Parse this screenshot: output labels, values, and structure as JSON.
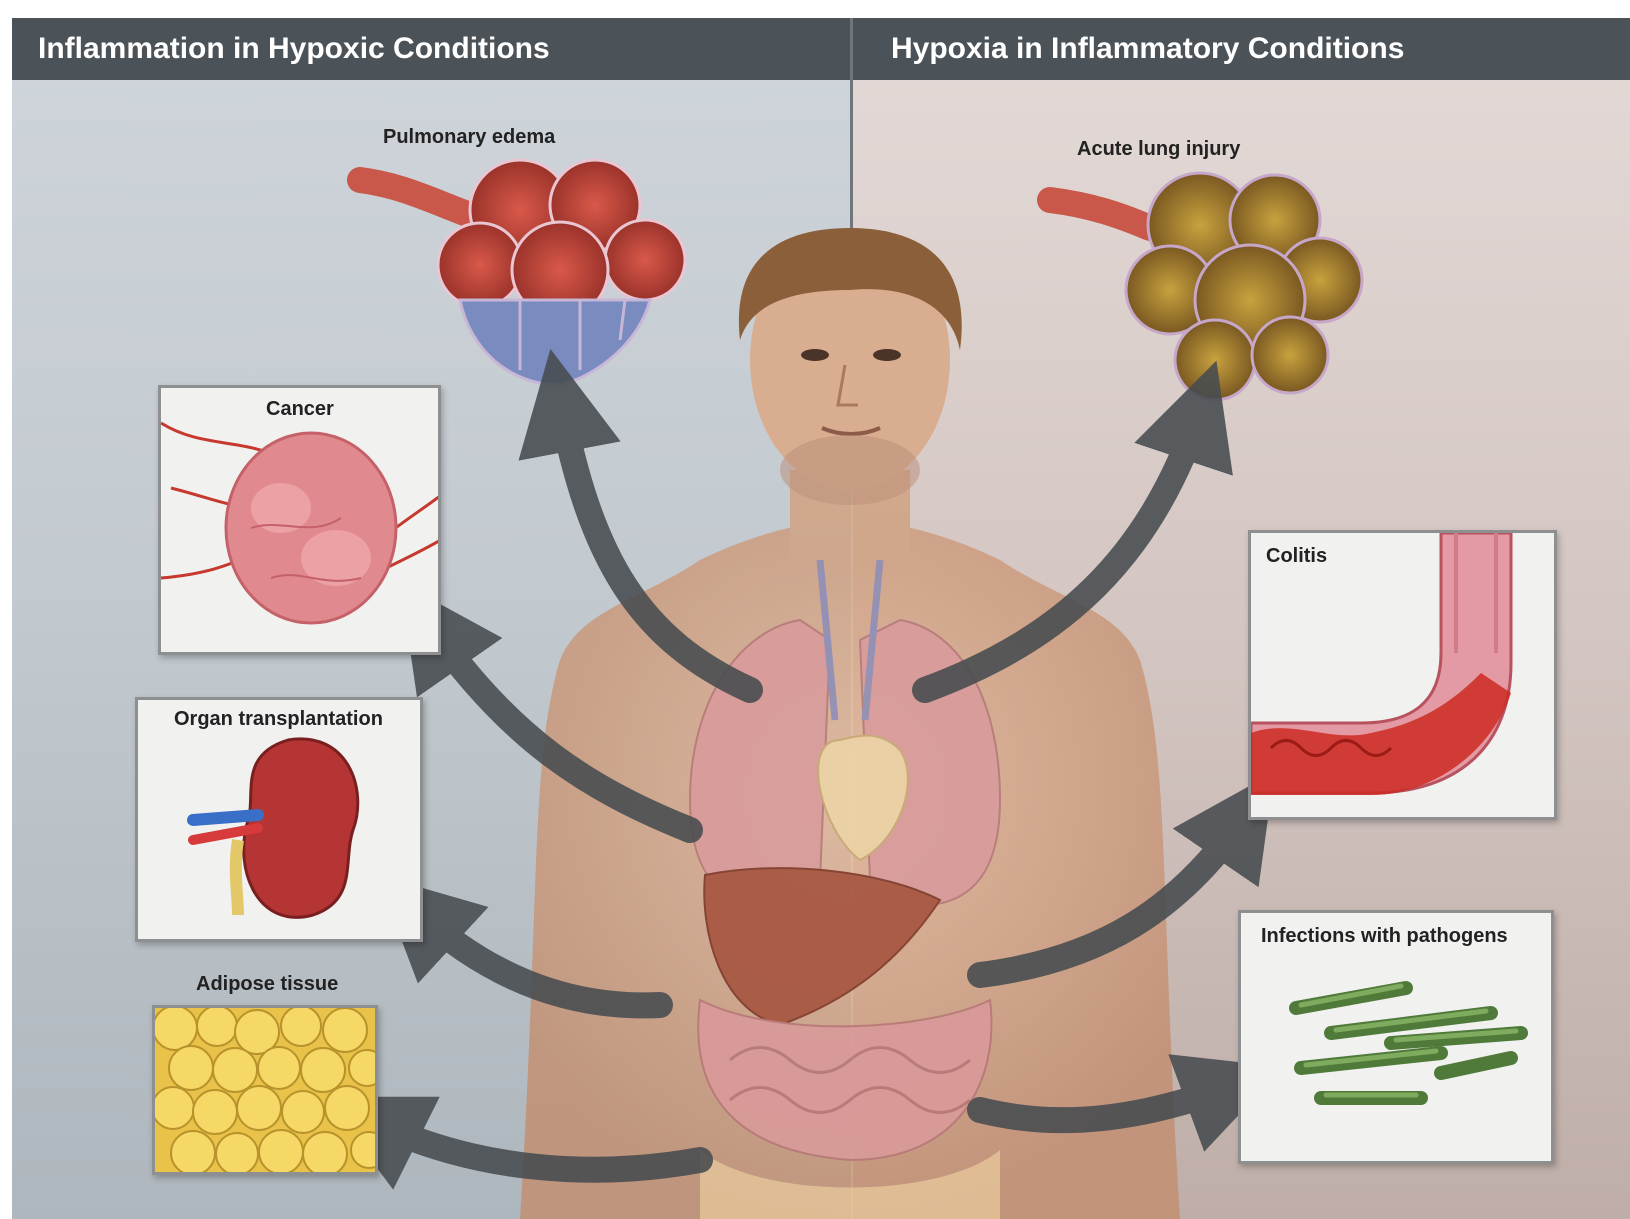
{
  "headers": {
    "left": "Inflammation in Hypoxic Conditions",
    "right": "Hypoxia in Inflammatory Conditions"
  },
  "labels": {
    "pulmonary_edema": "Pulmonary edema",
    "acute_lung_injury": "Acute lung injury",
    "cancer": "Cancer",
    "organ_transplantation": "Organ transplantation",
    "adipose_tissue": "Adipose tissue",
    "colitis": "Colitis",
    "infections": "Infections with pathogens"
  },
  "colors": {
    "header_bg": "#4c5358",
    "arrow": "#474c50",
    "left_panel": "#c6cdd2",
    "right_panel": "#d6c9c5"
  }
}
